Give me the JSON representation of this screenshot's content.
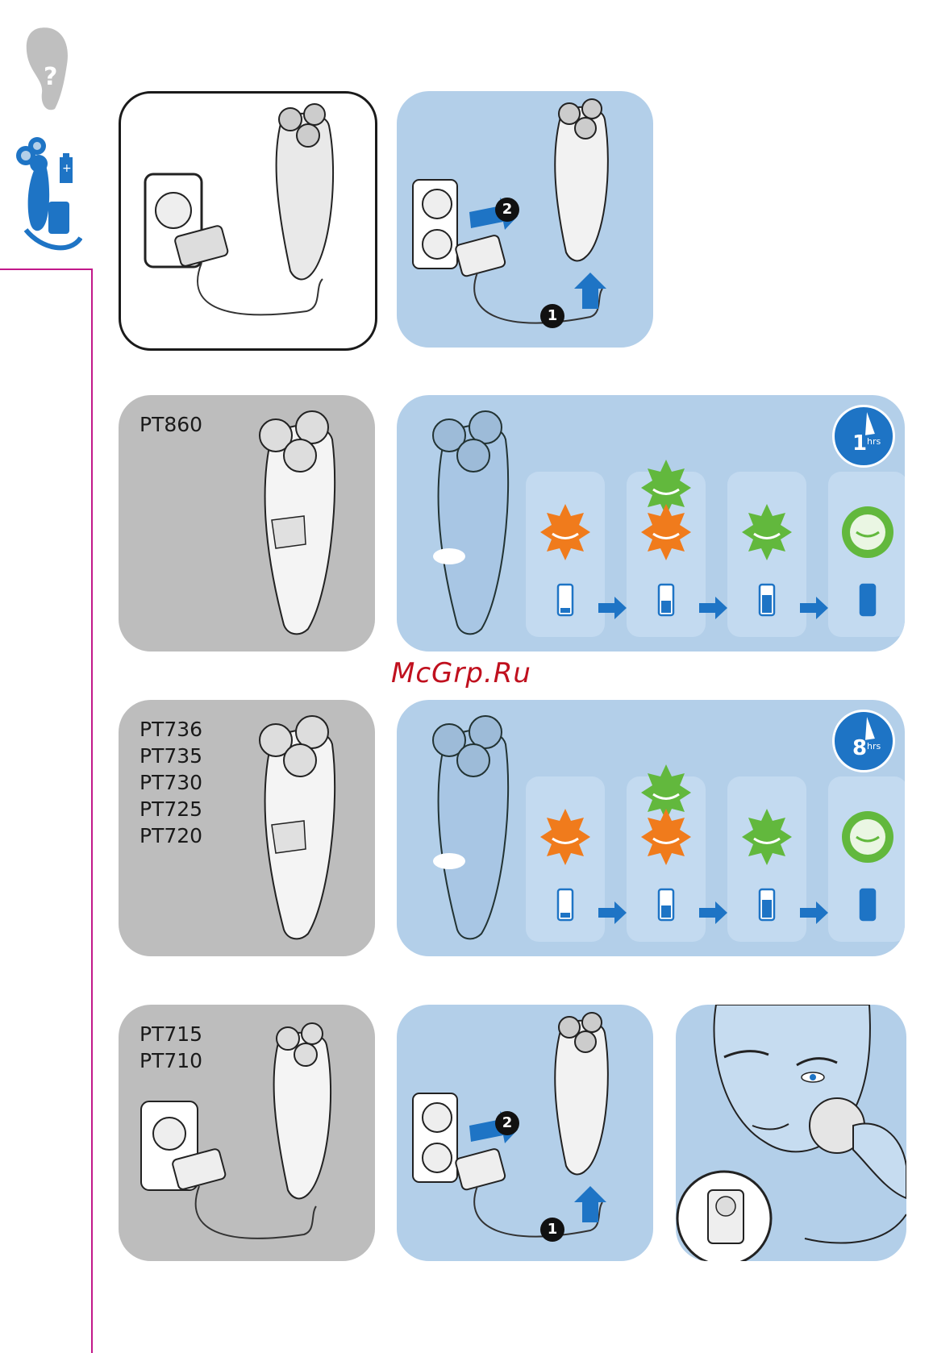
{
  "watermark": "McGrp.Ru",
  "sections": {
    "pt860": {
      "models": [
        "PT860"
      ],
      "charge_time_num": "1",
      "charge_time_unit": "hrs"
    },
    "pt7xx": {
      "models": [
        "PT736",
        "PT735",
        "PT730",
        "PT725",
        "PT720"
      ],
      "charge_time_num": "8",
      "charge_time_unit": "hrs"
    },
    "pt71x": {
      "models": [
        "PT715",
        "PT710"
      ]
    }
  },
  "steps": {
    "step1": "1",
    "step2": "2"
  },
  "colors": {
    "accent_blue": "#1e74c5",
    "panel_blue": "#b3cfe9",
    "panel_gray": "#bdbdbd",
    "indicator_orange": "#f07b1c",
    "indicator_green": "#62b83d",
    "sidebar_line": "#c2188a"
  },
  "icons": {
    "sidebar_top": "help-question-icon",
    "sidebar_bottom": "shaver-charging-icon",
    "charge_badge": "clock-icon",
    "arrow": "arrow-right-icon",
    "battery": "battery-icon"
  }
}
